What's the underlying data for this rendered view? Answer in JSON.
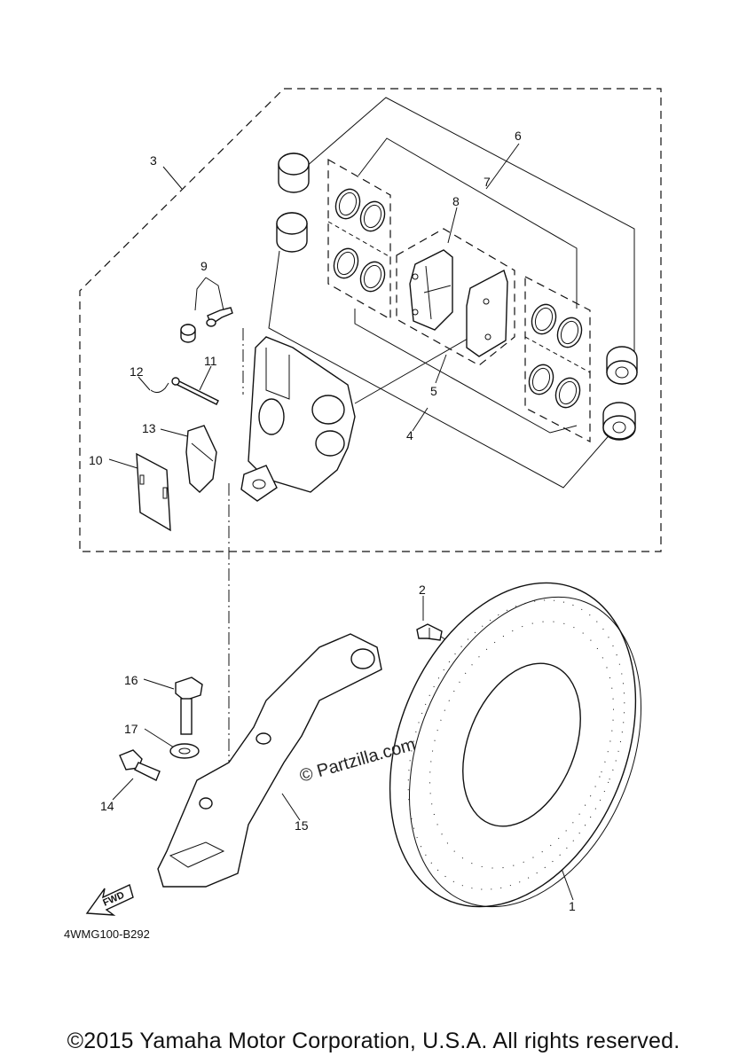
{
  "callouts": {
    "c1": "1",
    "c2": "2",
    "c3": "3",
    "c4": "4",
    "c5": "5",
    "c6": "6",
    "c7": "7",
    "c8": "8",
    "c9": "9",
    "c10": "10",
    "c11": "11",
    "c12": "12",
    "c13": "13",
    "c14": "14",
    "c15": "15",
    "c16": "16",
    "c17": "17"
  },
  "fwd_label": "FWD",
  "part_code": "4WMG100-B292",
  "watermark": "© Partzilla.com",
  "copyright": "©2015 Yamaha Motor Corporation, U.S.A. All rights reserved."
}
